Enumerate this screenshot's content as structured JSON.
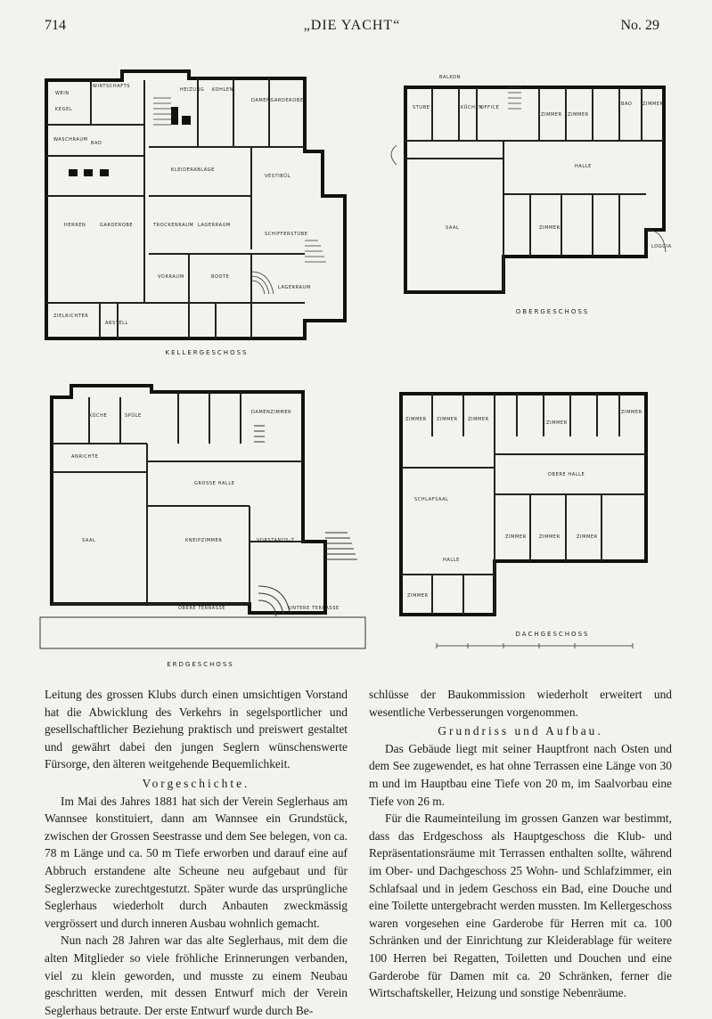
{
  "header": {
    "page_number": "714",
    "journal_title": "„DIE YACHT“",
    "issue": "No. 29"
  },
  "plans": {
    "keller": {
      "label": "KELLERGESCHOSS",
      "rooms": [
        "WEIN",
        "KEGEL",
        "WIRTSCHAFTS",
        "HEIZUNG",
        "KOHLEN",
        "DAMENGARDEROBE",
        "WASCHRAUM",
        "BAD",
        "HERREN",
        "GARDEROBE",
        "KLEIDERABLAGE",
        "VESTIBÜL",
        "TROCKENRAUM",
        "LAGERRAUM",
        "SCHIFFERSTUBE",
        "VORRAUM",
        "BOOTE",
        "LAGERRAUM",
        "ZIELRICHTER",
        "ABSTELL"
      ]
    },
    "ober": {
      "label": "OBERGESCHOSS",
      "rooms": [
        "BALKON",
        "STUBE",
        "KÜCHEN",
        "OFFICE",
        "SAAL",
        "HALLE",
        "ZIMMER",
        "ZIMMER",
        "ZIMMER",
        "BAD",
        "ZIMMER",
        "LOGGIA"
      ]
    },
    "erd": {
      "label": "ERDGESCHOSS",
      "rooms": [
        "KÜCHE",
        "SPÜLE",
        "ANRICHTE",
        "DAMENZIMMER",
        "GROSSE HALLE",
        "SAAL",
        "KNEIPZIMMER",
        "VORSTANDS-Z",
        "OBERE TERRASSE",
        "UNTERE TERRASSE"
      ]
    },
    "dach": {
      "label": "DACHGESCHOSS",
      "rooms": [
        "ZIMMER",
        "ZIMMER",
        "ZIMMER",
        "ZIMMER",
        "ZIMMER",
        "OBERE HALLE",
        "SCHLAFSAAL",
        "HALLE",
        "ZIMMER",
        "ZIMMER",
        "ZIMMER",
        "ZIMMER"
      ]
    }
  },
  "text": {
    "left": [
      {
        "type": "p",
        "indent": false,
        "text": "Leitung des grossen Klubs durch einen umsichtigen Vorstand hat die Abwicklung des Verkehrs in segelsportlicher und gesellschaftlicher Beziehung praktisch und preiswert gestaltet und gewährt dabei den jungen Seglern wünschenswerte Fürsorge, den älteren weitgehende Bequemlichkeit."
      },
      {
        "type": "h",
        "text": "Vorgeschichte."
      },
      {
        "type": "p",
        "indent": true,
        "text": "Im Mai des Jahres 1881 hat sich der Verein Seglerhaus am Wannsee konstituiert, dann am Wannsee ein Grundstück, zwischen der Grossen Seestrasse und dem See belegen, von ca. 78 m Länge und ca. 50 m Tiefe erworben und darauf eine auf Abbruch erstandene alte Scheune neu aufgebaut und für Seglerzwecke zurechtgestutzt. Später wurde das ursprüngliche Seglerhaus wiederholt durch Anbauten zweckmässig vergrössert und durch inneren Ausbau wohnlich gemacht."
      },
      {
        "type": "p",
        "indent": true,
        "text": "Nun nach 28 Jahren war das alte Seglerhaus, mit dem die alten Mitglieder so viele fröhliche Erinnerungen verbanden, viel zu klein geworden, und musste zu einem Neubau geschritten werden, mit dessen Entwurf mich der Verein Seglerhaus betraute. Der erste Entwurf wurde durch Be-"
      }
    ],
    "right": [
      {
        "type": "p",
        "indent": false,
        "text": "schlüsse der Baukommission wiederholt erweitert und wesentliche Verbesserungen vorgenommen."
      },
      {
        "type": "h",
        "text": "Grundriss und Aufbau."
      },
      {
        "type": "p",
        "indent": true,
        "text": "Das Gebäude liegt mit seiner Hauptfront nach Osten und dem See zugewendet, es hat ohne Terrassen eine Länge von 30 m und im Hauptbau eine Tiefe von 20 m, im Saalvorbau eine Tiefe von 26 m."
      },
      {
        "type": "p",
        "indent": true,
        "text": "Für die Raumeinteilung im grossen Ganzen war bestimmt, dass das Erdgeschoss als Hauptgeschoss die Klub- und Repräsentationsräume mit Terrassen enthalten sollte, während im Ober- und Dachgeschoss 25 Wohn- und Schlafzimmer, ein Schlafsaal und in jedem Geschoss ein Bad, eine Douche und eine Toilette untergebracht werden mussten. Im Kellergeschoss waren vorgesehen eine Garderobe für Herren mit ca. 100 Schränken und der Einrichtung zur Kleiderablage für weitere 100 Herren bei Regatten, Toiletten und Douchen und eine Garderobe für Damen mit ca. 20 Schränken, ferner die Wirtschaftskeller, Heizung und sonstige Nebenräume."
      }
    ]
  }
}
